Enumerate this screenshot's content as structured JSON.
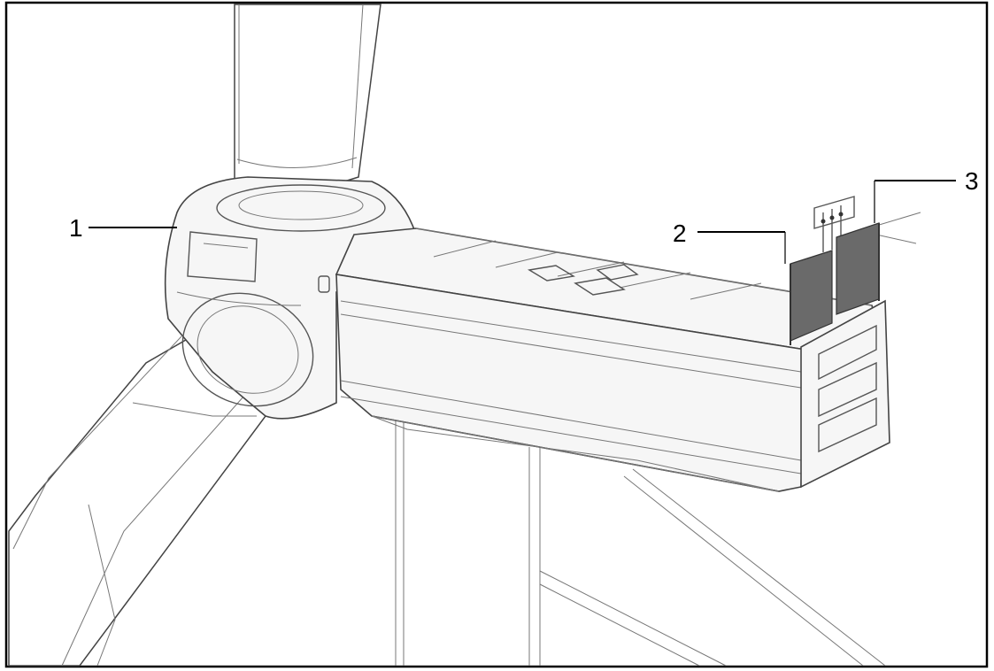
{
  "callouts": [
    {
      "id": "1",
      "text": "1"
    },
    {
      "id": "2",
      "text": "2"
    },
    {
      "id": "3",
      "text": "3"
    }
  ],
  "colors": {
    "line": "#444444",
    "panel": "#6a6a6a",
    "border": "#000000"
  }
}
